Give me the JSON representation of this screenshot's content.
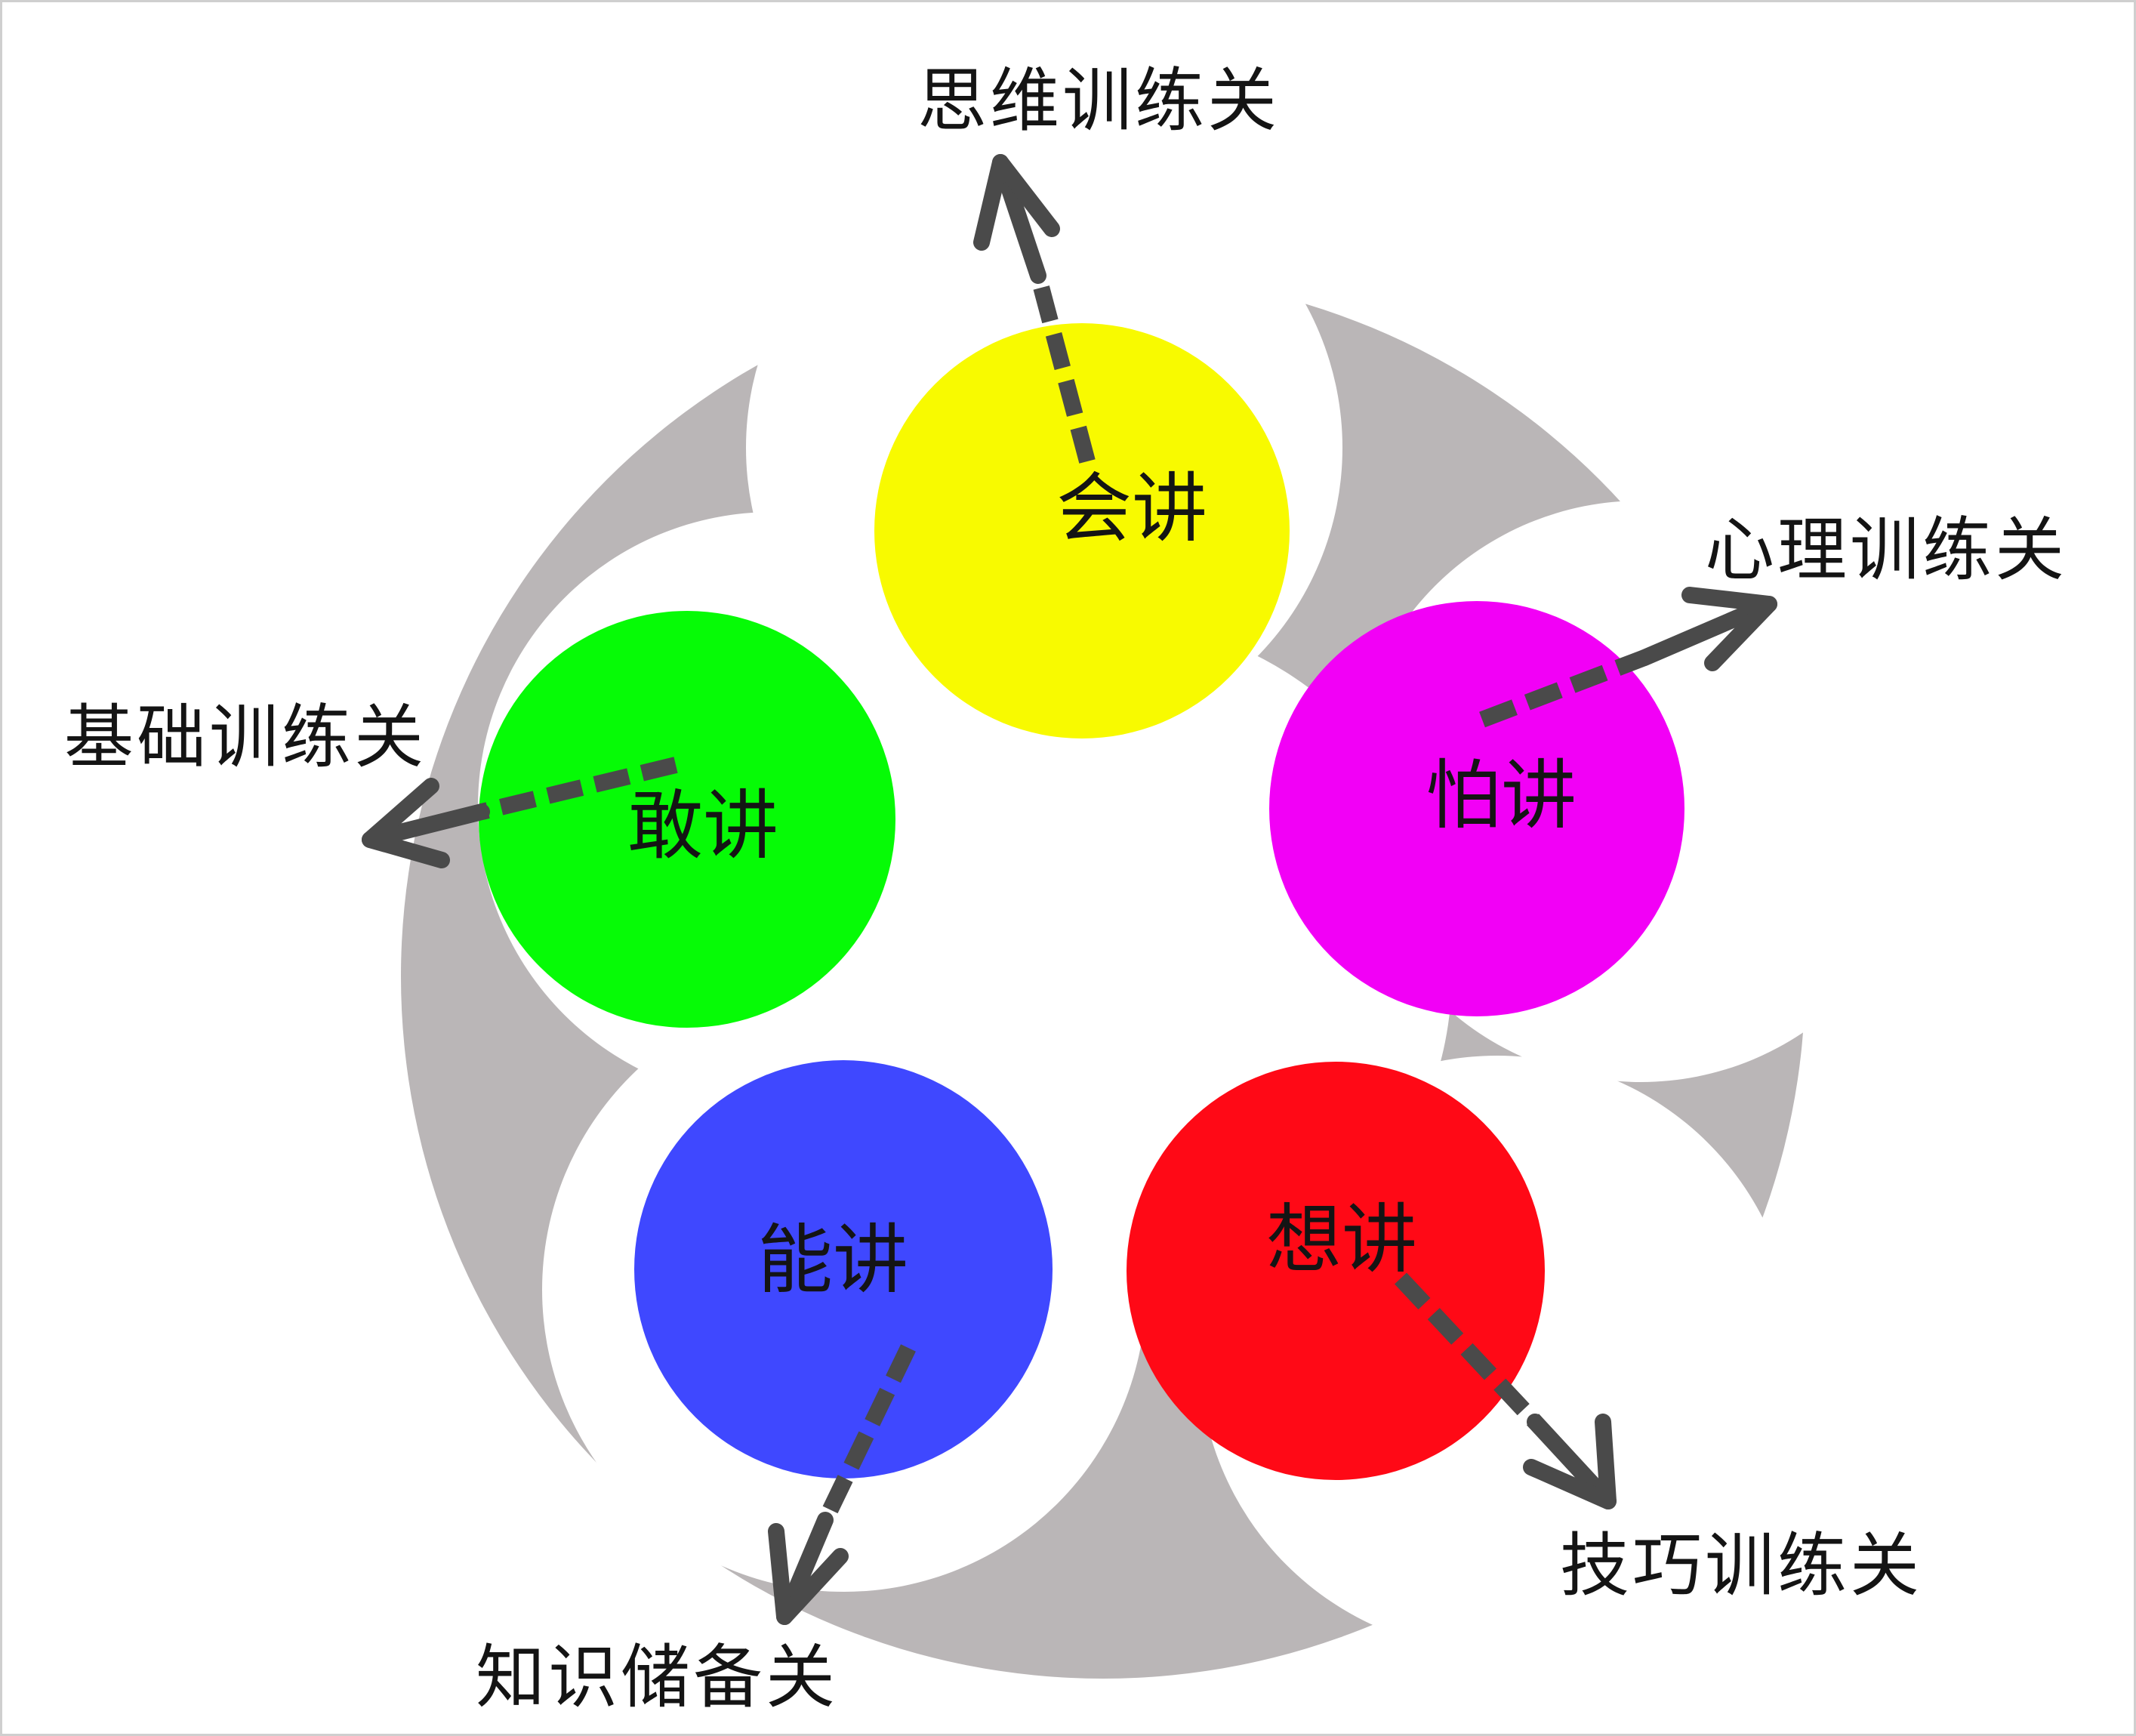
{
  "colors": {
    "ring": "#bab6b7",
    "ring_gap": "#ffffff",
    "arrow": "#4a4a4a",
    "text": "#141414"
  },
  "nodes": [
    {
      "id": "hui",
      "label": "会讲",
      "color": "#f8fa00",
      "target": "思维训练关",
      "target_icon": "arrow-up-left-icon"
    },
    {
      "id": "pa",
      "label": "怕讲",
      "color": "#f200f6",
      "target": "心理训练关",
      "target_icon": "arrow-up-right-icon"
    },
    {
      "id": "xiang",
      "label": "想讲",
      "color": "#ff0916",
      "target": "技巧训练关",
      "target_icon": "arrow-down-right-icon"
    },
    {
      "id": "neng",
      "label": "能讲",
      "color": "#3f48ff",
      "target": "知识储备关",
      "target_icon": "arrow-down-left-icon"
    },
    {
      "id": "gan",
      "label": "敢讲",
      "color": "#06fb06",
      "target": "基础训练关",
      "target_icon": "arrow-left-icon"
    }
  ]
}
